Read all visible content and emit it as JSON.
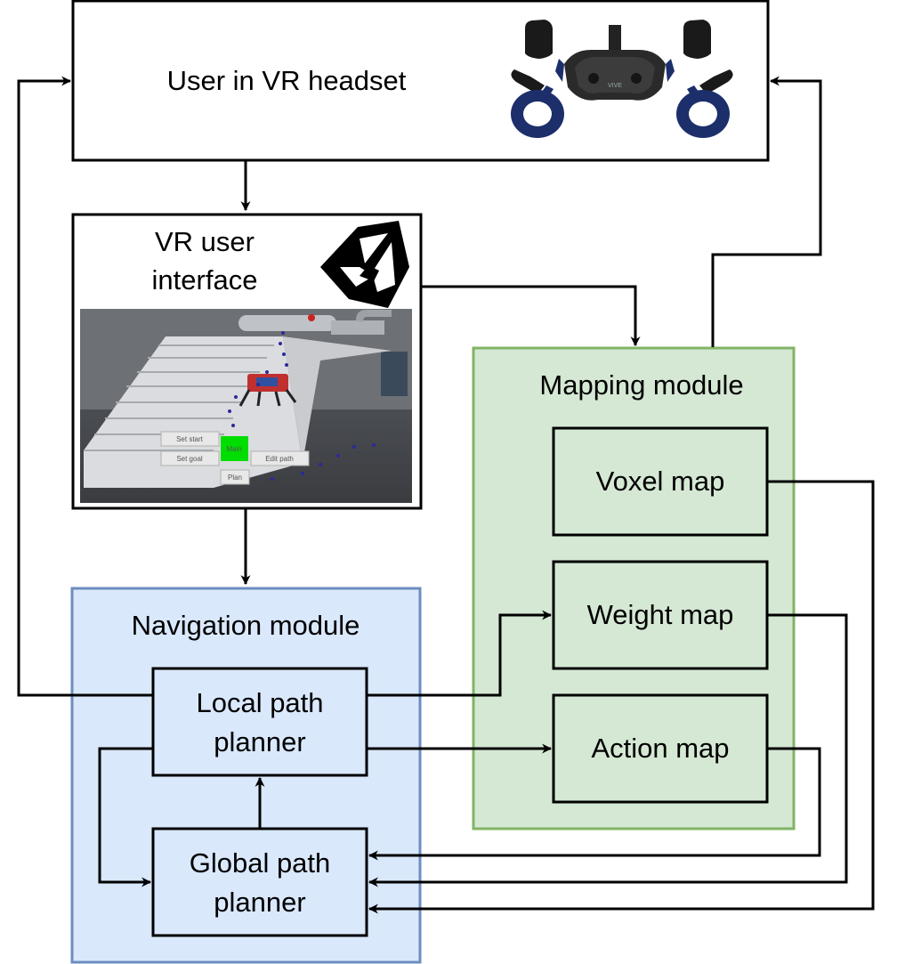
{
  "blocks": {
    "user": {
      "label": "User in VR headset",
      "image": "vr-headset-and-controllers"
    },
    "vr_ui": {
      "label_line1": "VR user",
      "label_line2": "interface",
      "logo": "unity-logo"
    },
    "vr_screenshot": {
      "buttons": {
        "set_start": "Set start",
        "set_goal": "Set goal",
        "main": "Main",
        "edit_path": "Edit path",
        "plan": "Plan"
      }
    },
    "mapping": {
      "title": "Mapping module",
      "voxel": "Voxel map",
      "weight": "Weight map",
      "action": "Action map"
    },
    "navigation": {
      "title": "Navigation module",
      "local_line1": "Local path",
      "local_line2": "planner",
      "global_line1": "Global path",
      "global_line2": "planner"
    },
    "headset_brand": "VIVE"
  },
  "colors": {
    "mapping_fill": "#d5e8d4",
    "mapping_stroke": "#82b366",
    "navigation_fill": "#dae8fc",
    "navigation_stroke": "#6c8ebf",
    "main_button": "#00dd00",
    "headset_blue": "#1c2f6b"
  }
}
